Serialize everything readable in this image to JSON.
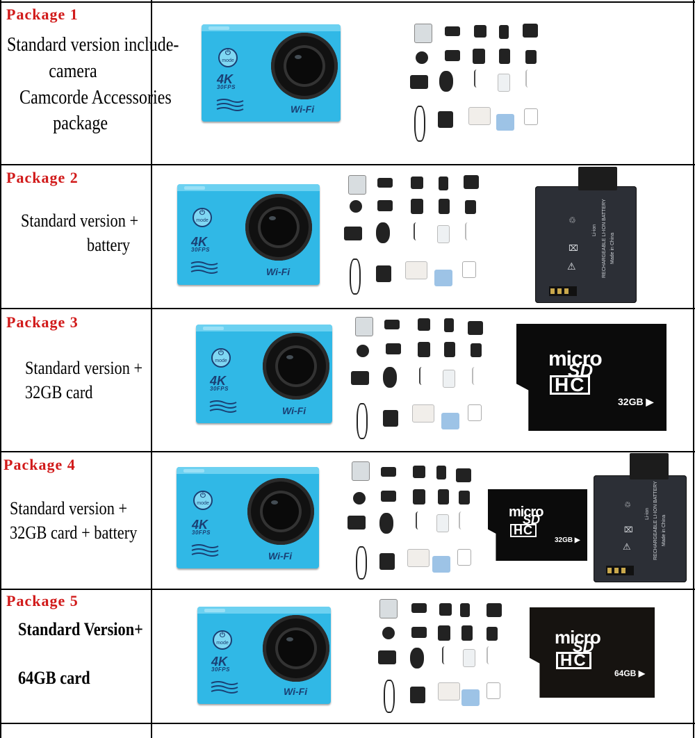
{
  "packages": [
    {
      "title": "Package 1",
      "desc": "Standard version include-\n          camera\n   Camcorde Accessories\n           package",
      "addons": []
    },
    {
      "title": "Package 2",
      "desc": "Standard version +\n                 battery",
      "addons": [
        "battery"
      ]
    },
    {
      "title": "Package 3",
      "desc": "Standard version +\n32GB card",
      "addons": [
        "sd-card"
      ]
    },
    {
      "title": "Package 4",
      "desc": "Standard version +\n32GB card + battery",
      "addons": [
        "sd-card",
        "battery"
      ]
    },
    {
      "title": "Package 5",
      "desc": "Standard Version+\n\n64GB card",
      "addons": [
        "sd-card"
      ]
    }
  ],
  "camera": {
    "mode_label": "mode",
    "power_symbol": "⏻",
    "res_label": "4K",
    "fps_label": "30FPS",
    "wifi_label": "Wi-Fi"
  },
  "battery": {
    "type_label": "Li-ion",
    "line1": "RECHARGEABLE LI-ION BATTERY",
    "line2": "Made in China"
  },
  "sd_cards": {
    "logo_top": "micro",
    "logo_mid": "SD",
    "logo_bottom": "HC",
    "size_p3": "32GB",
    "size_p4": "32GB",
    "size_p5": "64GB"
  },
  "colors": {
    "title_red": "#d11a1a",
    "camera_blue": "#30b8e6",
    "camera_dark": "#1a3f73"
  }
}
